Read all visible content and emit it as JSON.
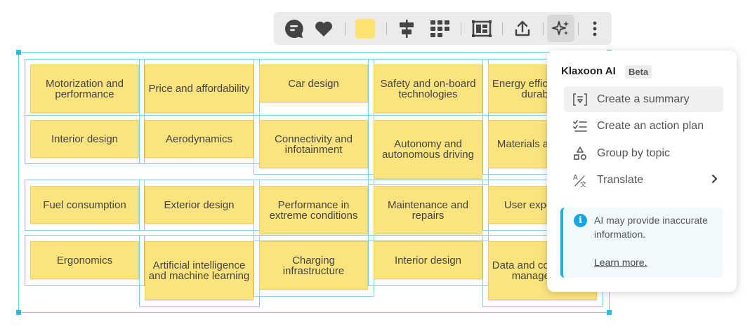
{
  "toolbar": {
    "icons": [
      "comment-icon",
      "heart-icon",
      "color-swatch",
      "align-icon",
      "grid-layout-icon",
      "frame-icon",
      "export-icon",
      "ai-sparkles-icon",
      "more-icon"
    ],
    "swatch_color": "#ffe272"
  },
  "board": {
    "notes": [
      {
        "text": "Motorization and performance"
      },
      {
        "text": "Price and affordability"
      },
      {
        "text": "Car design"
      },
      {
        "text": "Safety and on-board technologies"
      },
      {
        "text": "Energy efficiency and durability"
      },
      {
        "text": "Interior design"
      },
      {
        "text": "Aerodynamics"
      },
      {
        "text": "Connectivity and infotainment"
      },
      {
        "text": "Autonomy and autonomous driving"
      },
      {
        "text": "Materials and finish"
      },
      {
        "text": "Fuel consumption"
      },
      {
        "text": "Exterior design"
      },
      {
        "text": "Performance in extreme conditions"
      },
      {
        "text": "Maintenance and repairs"
      },
      {
        "text": "User experience"
      },
      {
        "text": "Ergonomics"
      },
      {
        "text": "Artificial intelligence and machine learning"
      },
      {
        "text": "Charging infrastructure"
      },
      {
        "text": "Interior design"
      },
      {
        "text": "Data and connectivity management"
      }
    ],
    "note_color": "#fbe37e",
    "selection_color": "#6fd0ec"
  },
  "ai_panel": {
    "title": "Klaxoon AI",
    "badge": "Beta",
    "items": [
      {
        "label": "Create a summary",
        "icon": "summary-icon"
      },
      {
        "label": "Create an action plan",
        "icon": "checklist-icon"
      },
      {
        "label": "Group by topic",
        "icon": "shapes-icon"
      },
      {
        "label": "Translate",
        "icon": "translate-icon"
      }
    ],
    "info": {
      "text": "AI may provide inaccurate information.",
      "link": "Learn more."
    },
    "accent": "#15a8e0"
  }
}
